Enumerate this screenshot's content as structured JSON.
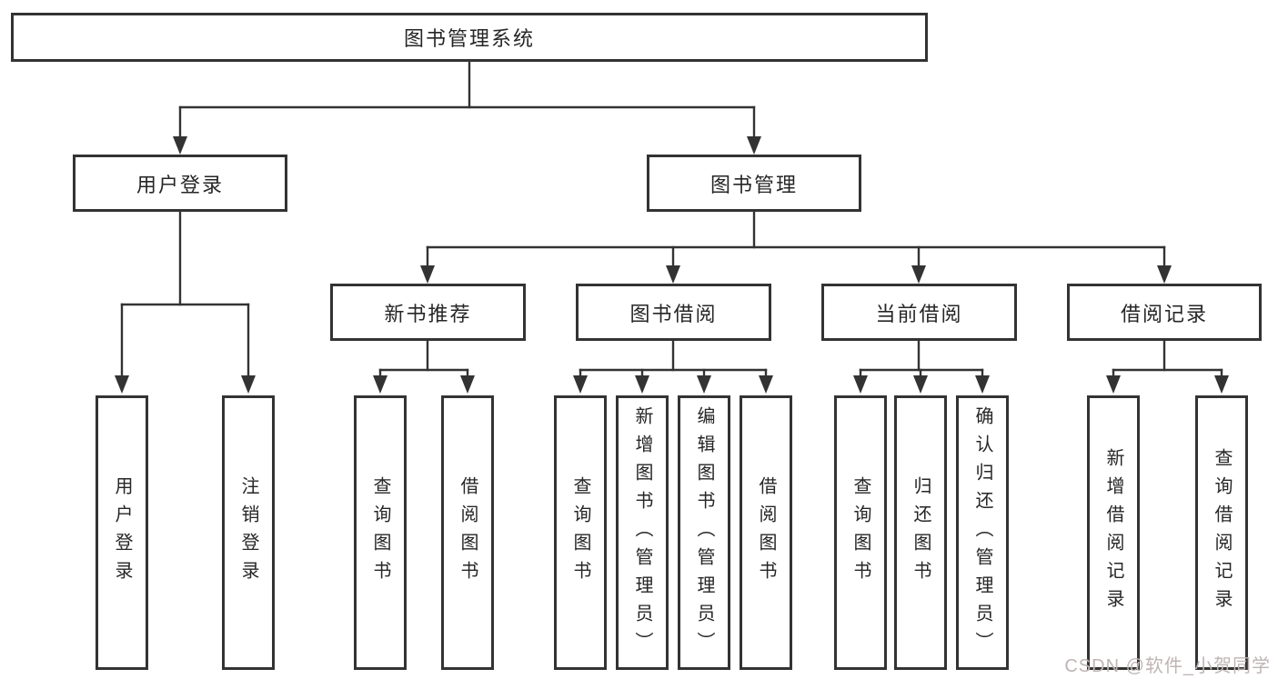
{
  "tree": {
    "root": {
      "label": "图书管理系统"
    },
    "branches": [
      {
        "label": "用户登录",
        "children": [
          "用户登录",
          "注销登录"
        ]
      },
      {
        "label": "图书管理",
        "groups": [
          {
            "label": "新书推荐",
            "children": [
              "查询图书",
              "借阅图书"
            ]
          },
          {
            "label": "图书借阅",
            "children": [
              "查询图书",
              "新增图书（管理员）",
              "编辑图书（管理员）",
              "借阅图书"
            ]
          },
          {
            "label": "当前借阅",
            "children": [
              "查询图书",
              "归还图书",
              "确认归还（管理员）"
            ]
          },
          {
            "label": "借阅记录",
            "children": [
              "新增借阅记录",
              "查询借阅记录"
            ]
          }
        ]
      }
    ]
  },
  "watermark": {
    "text": "CSDN @软件_小贺同学"
  },
  "colors": {
    "line": "#333333",
    "box_border": "#333333",
    "text": "#262626",
    "watermark": "#bfb4b4",
    "background": "#ffffff"
  }
}
